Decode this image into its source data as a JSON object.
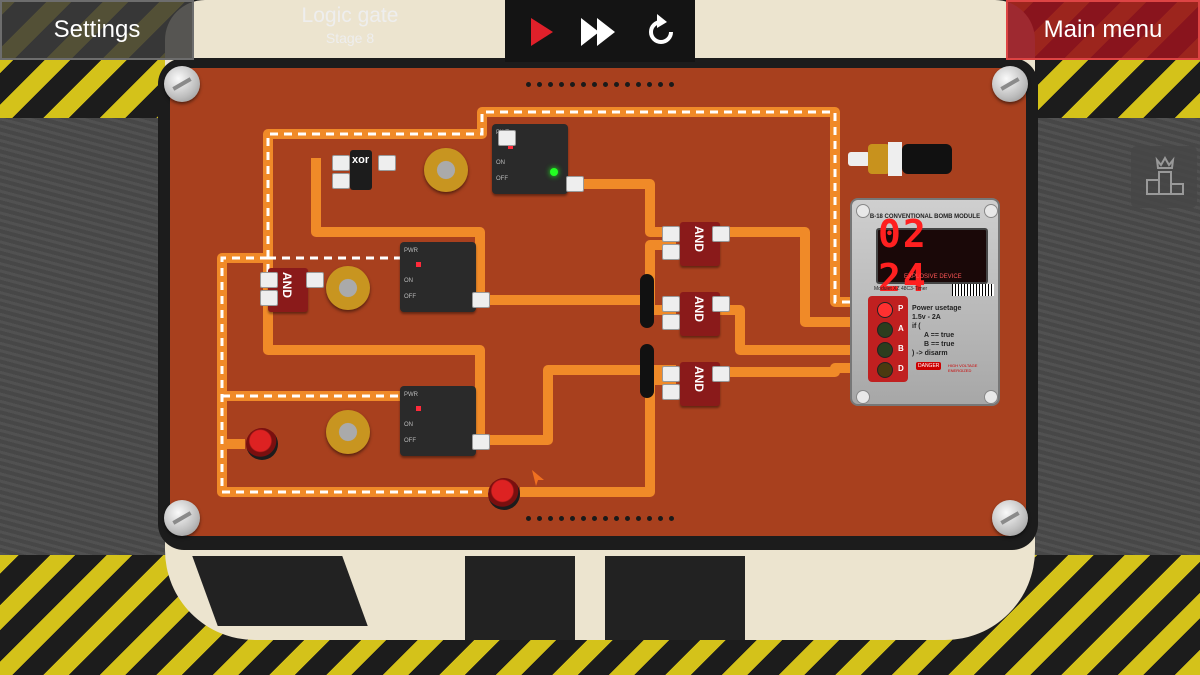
{
  "header": {
    "settings_label": "Settings",
    "main_menu_label": "Main menu",
    "level_title": "Logic gate",
    "stage_label": "Stage 8"
  },
  "controls": {
    "play_icon": "play-icon",
    "fast_forward_icon": "fast-forward-icon",
    "restart_icon": "restart-icon",
    "play_color": "#e0202a"
  },
  "side": {
    "leaderboard_icon": "podium-icon"
  },
  "board": {
    "gates": [
      {
        "type": "xor",
        "label": "xor"
      },
      {
        "type": "and",
        "label": "AND"
      },
      {
        "type": "and",
        "label": "AND"
      },
      {
        "type": "and",
        "label": "AND"
      },
      {
        "type": "and",
        "label": "AND"
      }
    ],
    "power_module_labels": {
      "pwr": "PWR",
      "on": "ON",
      "off": "OFF"
    }
  },
  "bomb": {
    "title": "B-18 CONVENTIONAL BOMB MODULE",
    "timer": "02 24",
    "explosive": "EXPLOSIVE DEVICE",
    "model": "Modulet XZ 48C3-Timer",
    "leds": [
      {
        "label": "P",
        "color": "#ff3030"
      },
      {
        "label": "A",
        "color": "#2d3d1e"
      },
      {
        "label": "B",
        "color": "#2d3d1e"
      },
      {
        "label": "D",
        "color": "#4a3a10"
      }
    ],
    "power_usage_title": "Power usetage",
    "power_usage_value": "1.5v - 2A",
    "condition_if": "if (",
    "condition_a": "A == true",
    "condition_b": "B == true",
    "condition_then": ") -> disarm",
    "danger": "DANGER",
    "danger_note": "HIGH VOLTAGE ENERGIZED"
  },
  "colors": {
    "board": "#a8401e",
    "wire_active": "#ffffff",
    "wire_orange": "#f08a28",
    "and_gate": "#8a1a1a",
    "timer_digits": "#ff2020"
  }
}
